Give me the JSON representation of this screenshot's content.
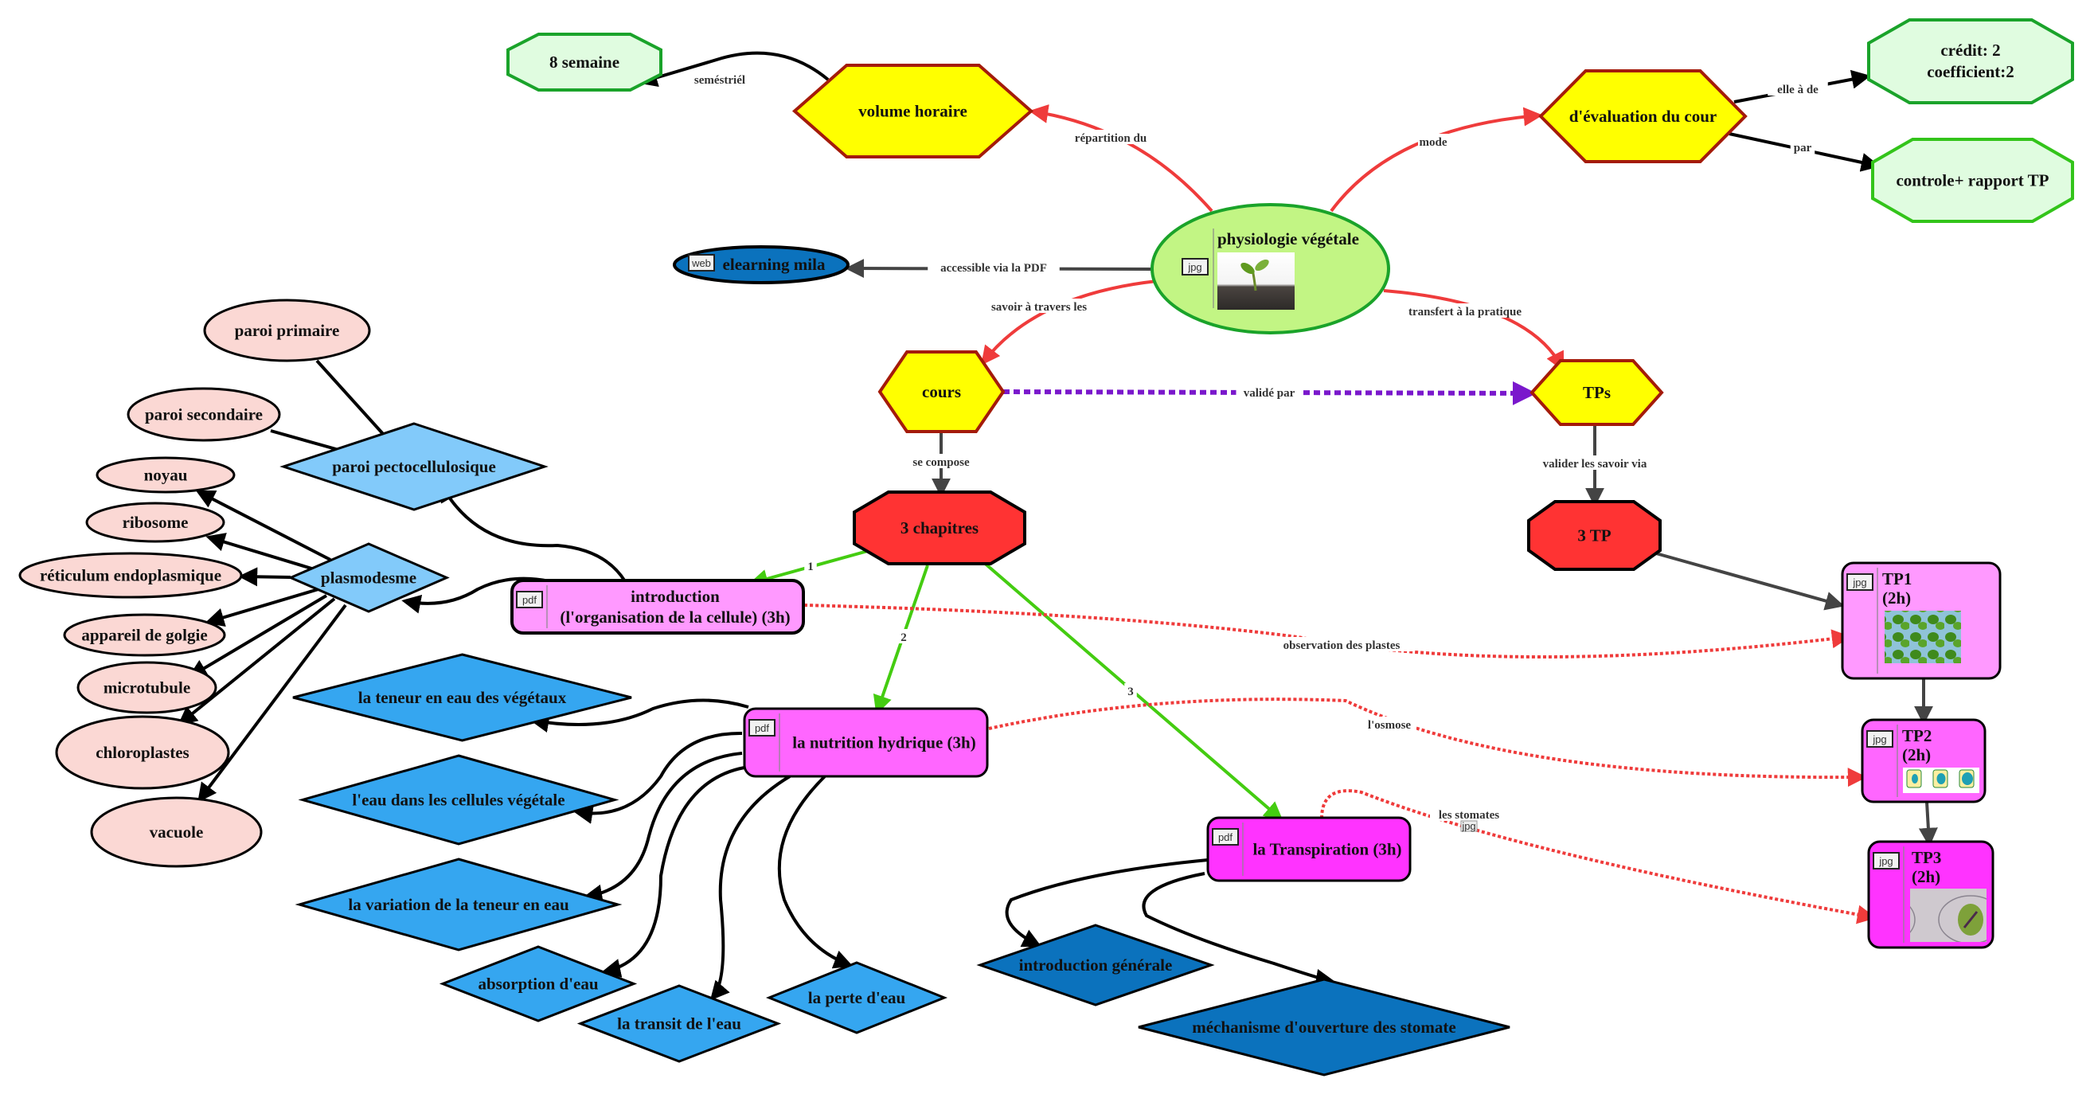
{
  "map_title": "physiologie végétale",
  "colors": {
    "central_fill": "#c2f584",
    "central_stroke": "#1aa32a",
    "yellow_fill": "#ffff00",
    "yellow_stroke": "#a41b0a",
    "green_fill": "#e0fce0",
    "green_stroke": "#1aa32a",
    "red_fill": "#ff3333",
    "pink_fill": "#fbd8d4",
    "light_blue_fill": "#82cafa",
    "blue_fill": "#35a6f0",
    "dark_blue_fill": "#0b72bd",
    "tp1_fill": "#ff99ff",
    "tp2_fill": "#ff66ff",
    "tp3_fill": "#ff33ff",
    "intro_fill": "#ff99ff",
    "chapter_fill": "#ff66ff",
    "edge_red": "#ef3b3b",
    "edge_green": "#44cc11",
    "edge_purple": "#7a18cc",
    "edge_grey": "#444444",
    "edge_black": "#000000"
  },
  "nodes": [
    {
      "id": "central",
      "label": "physiologie végétale",
      "badge": "jpg",
      "image": "seedling-image"
    },
    {
      "id": "volume",
      "label": "volume horaire"
    },
    {
      "id": "semaine",
      "label": "8 semaine"
    },
    {
      "id": "evaluation",
      "label": "d'évaluation du cour"
    },
    {
      "id": "credit",
      "label": "crédit: 2",
      "label2": "coefficient:2"
    },
    {
      "id": "controle",
      "label": "controle+ rapport TP"
    },
    {
      "id": "elearning",
      "label": "elearning mila",
      "badge": "web"
    },
    {
      "id": "cours",
      "label": "cours"
    },
    {
      "id": "tps",
      "label": "TPs"
    },
    {
      "id": "chapitres",
      "label": "3 chapitres"
    },
    {
      "id": "troistp",
      "label": "3 TP"
    },
    {
      "id": "intro",
      "label": "introduction",
      "label2": "(l'organisation de la cellule) (3h)",
      "badge": "pdf"
    },
    {
      "id": "nutrition",
      "label": "la nutrition hydrique (3h)",
      "badge": "pdf"
    },
    {
      "id": "transpiration",
      "label": "la Transpiration (3h)",
      "badge": "pdf"
    },
    {
      "id": "tp1",
      "label": "TP1",
      "label2": "(2h)",
      "badge": "jpg",
      "image": "chloroplast-micrograph"
    },
    {
      "id": "tp2",
      "label": "TP2",
      "label2": "(2h)",
      "badge": "jpg",
      "image": "osmosis-cells-diagram"
    },
    {
      "id": "tp3",
      "label": "TP3",
      "label2": "(2h)",
      "badge": "jpg",
      "image": "stomata-micrograph"
    },
    {
      "id": "paroi_pecto",
      "label": "paroi pectocellulosique"
    },
    {
      "id": "plasmodesme",
      "label": "plasmodesme"
    },
    {
      "id": "paroi_primaire",
      "label": "paroi primaire"
    },
    {
      "id": "paroi_secondaire",
      "label": "paroi secondaire"
    },
    {
      "id": "noyau",
      "label": "noyau"
    },
    {
      "id": "ribosome",
      "label": "ribosome"
    },
    {
      "id": "reticulum",
      "label": "réticulum endoplasmique"
    },
    {
      "id": "golgie",
      "label": "appareil de golgie"
    },
    {
      "id": "microtubule",
      "label": "microtubule"
    },
    {
      "id": "chloroplastes",
      "label": "chloroplastes"
    },
    {
      "id": "vacuole",
      "label": "vacuole"
    },
    {
      "id": "teneur",
      "label": "la teneur en eau des végétaux"
    },
    {
      "id": "eau_cellules",
      "label": "l'eau dans les cellules végétale"
    },
    {
      "id": "variation",
      "label": "la variation de la teneur en eau"
    },
    {
      "id": "absorption",
      "label": "absorption d'eau"
    },
    {
      "id": "transit",
      "label": "la transit de l'eau"
    },
    {
      "id": "perte",
      "label": "la perte d'eau"
    },
    {
      "id": "intro_generale",
      "label": "introduction générale"
    },
    {
      "id": "mechanisme",
      "label": "méchanisme d'ouverture des stomate"
    }
  ],
  "edges": [
    {
      "from": "central",
      "to": "volume",
      "label": "répartition du",
      "style": "red"
    },
    {
      "from": "volume",
      "to": "semaine",
      "label": "seméstriél",
      "style": "black"
    },
    {
      "from": "central",
      "to": "evaluation",
      "label": "mode",
      "style": "red"
    },
    {
      "from": "evaluation",
      "to": "credit",
      "label": "elle à de",
      "style": "black"
    },
    {
      "from": "evaluation",
      "to": "controle",
      "label": "par",
      "style": "black"
    },
    {
      "from": "central",
      "to": "elearning",
      "label": "accessible via la PDF",
      "style": "grey"
    },
    {
      "from": "central",
      "to": "cours",
      "label": "savoir à travers les",
      "style": "red"
    },
    {
      "from": "central",
      "to": "tps",
      "label": "transfert à la pratique",
      "style": "red"
    },
    {
      "from": "cours",
      "to": "tps",
      "label": "validé par",
      "style": "purple"
    },
    {
      "from": "cours",
      "to": "chapitres",
      "label": "se compose",
      "style": "grey"
    },
    {
      "from": "tps",
      "to": "troistp",
      "label": "valider les savoir via",
      "style": "grey"
    },
    {
      "from": "chapitres",
      "to": "intro",
      "label": "1",
      "style": "green"
    },
    {
      "from": "chapitres",
      "to": "nutrition",
      "label": "2",
      "style": "green"
    },
    {
      "from": "chapitres",
      "to": "transpiration",
      "label": "3",
      "style": "green"
    },
    {
      "from": "troistp",
      "to": "tp1",
      "label": "",
      "style": "grey"
    },
    {
      "from": "tp1",
      "to": "tp2",
      "label": "",
      "style": "grey"
    },
    {
      "from": "tp2",
      "to": "tp3",
      "label": "",
      "style": "grey"
    },
    {
      "from": "intro",
      "to": "tp1",
      "label": "observation des plastes",
      "style": "reddot"
    },
    {
      "from": "nutrition",
      "to": "tp2",
      "label": "l'osmose",
      "style": "reddot"
    },
    {
      "from": "transpiration",
      "to": "tp3",
      "label": "les stomates",
      "badge": "jpg",
      "style": "reddot"
    },
    {
      "from": "intro",
      "to": "paroi_pecto",
      "label": "",
      "style": "black"
    },
    {
      "from": "intro",
      "to": "plasmodesme",
      "label": "",
      "style": "black"
    },
    {
      "from": "paroi_pecto",
      "to": "paroi_primaire",
      "label": "",
      "style": "blackline"
    },
    {
      "from": "paroi_pecto",
      "to": "paroi_secondaire",
      "label": "",
      "style": "blackline"
    },
    {
      "from": "plasmodesme",
      "to": "noyau",
      "label": "",
      "style": "black"
    },
    {
      "from": "plasmodesme",
      "to": "ribosome",
      "label": "",
      "style": "black"
    },
    {
      "from": "plasmodesme",
      "to": "reticulum",
      "label": "",
      "style": "black"
    },
    {
      "from": "plasmodesme",
      "to": "golgie",
      "label": "",
      "style": "black"
    },
    {
      "from": "plasmodesme",
      "to": "microtubule",
      "label": "",
      "style": "black"
    },
    {
      "from": "plasmodesme",
      "to": "chloroplastes",
      "label": "",
      "style": "black"
    },
    {
      "from": "plasmodesme",
      "to": "vacuole",
      "label": "",
      "style": "black"
    },
    {
      "from": "nutrition",
      "to": "teneur",
      "label": "",
      "style": "black"
    },
    {
      "from": "nutrition",
      "to": "eau_cellules",
      "label": "",
      "style": "black"
    },
    {
      "from": "nutrition",
      "to": "variation",
      "label": "",
      "style": "black"
    },
    {
      "from": "nutrition",
      "to": "absorption",
      "label": "",
      "style": "black"
    },
    {
      "from": "nutrition",
      "to": "transit",
      "label": "",
      "style": "black"
    },
    {
      "from": "nutrition",
      "to": "perte",
      "label": "",
      "style": "black"
    },
    {
      "from": "transpiration",
      "to": "intro_generale",
      "label": "",
      "style": "black"
    },
    {
      "from": "transpiration",
      "to": "mechanisme",
      "label": "",
      "style": "black"
    }
  ]
}
